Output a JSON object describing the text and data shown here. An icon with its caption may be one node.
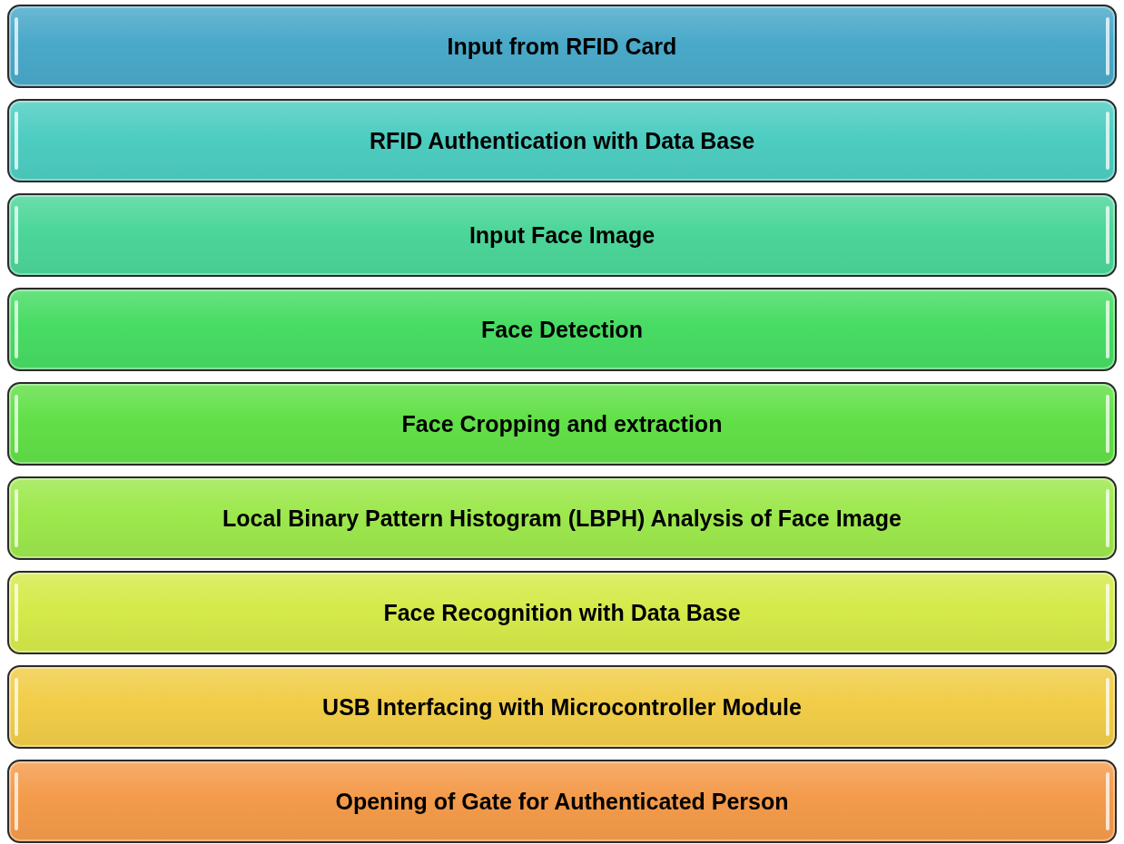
{
  "diagram": {
    "nodes": [
      {
        "text": [
          "Input from RFID Card"
        ]
      },
      {
        "text": [
          "RFID Authentication with Data Base"
        ]
      },
      {
        "text": [
          "Input Face Image"
        ]
      },
      {
        "text": [
          "Face Detection"
        ]
      },
      {
        "text": [
          "Face Cropping and extraction"
        ]
      },
      {
        "text": [
          "Local Binary Pattern Histogram (LBPH) Analysis of Face Image"
        ]
      },
      {
        "text": [
          "Face Recognition with Data Base"
        ]
      },
      {
        "text": [
          "USB Interfacing with Microcontroller Module"
        ]
      },
      {
        "text": [
          "Opening of Gate for Authenticated Person"
        ]
      }
    ]
  }
}
